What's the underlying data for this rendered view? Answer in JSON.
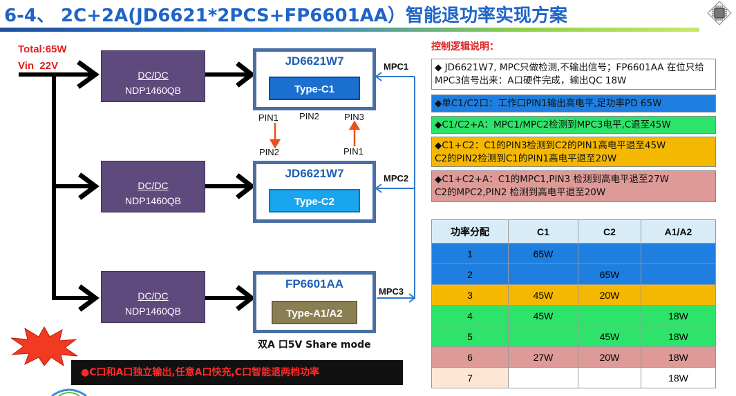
{
  "header": {
    "title": "6-4、 2C+2A(JD6621*2PCS+FP6601AA）智能退功率实现方案"
  },
  "input": {
    "total": "Total:65W",
    "vin": "Vin  22V"
  },
  "dcdc_blocks": [
    {
      "name": "DC/DC",
      "part": "NDP1460QB"
    },
    {
      "name": "DC/DC",
      "part": "NDP1460QB"
    },
    {
      "name": "DC/DC",
      "part": "NDP1460QB"
    }
  ],
  "chips": [
    {
      "name": "JD6621W7",
      "port": "Type-C1",
      "mpc": "MPC1"
    },
    {
      "name": "JD6621W7",
      "port": "Type-C2",
      "mpc": "MPC2"
    },
    {
      "name": "FP6601AA",
      "port": "Type-A1/A2",
      "mpc": "MPC3"
    }
  ],
  "pins": {
    "c1_pin1": "PIN1",
    "c1_pin2": "PIN2",
    "c1_pin3": "PIN3",
    "c2_pin2": "PIN2",
    "c2_pin1": "PIN1"
  },
  "share_mode": "双A 口5V Share mode",
  "bottom_note": "●C口和A口独立输出,任意A口快充,C口智能退两档功率",
  "logic": {
    "title": "控制逻辑说明：",
    "items": [
      "◆ JD6621W7, MPC只做检测,不输出信号；FP6601AA 在位只给MPC3信号出来：A口硬件完成，输出QC 18W",
      "◆单C1/C2口：工作口PIN1输出高电平,足功率PD 65W",
      "◆C1/C2+A：MPC1/MPC2检测到MPC3电平,C退至45W",
      "◆C1+C2：C1的PIN3检测到C2的PIN1高电平退至45W\n          C2的PIN2检测到C1的PIN1高电平退至20W",
      "◆C1+C2+A：C1的MPC1,PIN3 检测到高电平退至27W\n            C2的MPC2,PIN2 检测到高电平退至20W"
    ]
  },
  "table": {
    "headers": [
      "功率分配",
      "C1",
      "C2",
      "A1/A2"
    ],
    "rows": [
      [
        "1",
        "65W",
        "",
        ""
      ],
      [
        "2",
        "",
        "65W",
        ""
      ],
      [
        "3",
        "45W",
        "20W",
        ""
      ],
      [
        "4",
        "45W",
        "",
        "18W"
      ],
      [
        "5",
        "",
        "45W",
        "18W"
      ],
      [
        "6",
        "27W",
        "20W",
        "18W"
      ],
      [
        "7",
        "",
        "",
        "18W"
      ]
    ]
  },
  "colors": {
    "blue_row": "#1e7fe0",
    "orange_row": "#f5b800",
    "green_row": "#2ee36a",
    "pink_row": "#dd9a96",
    "peach_row": "#fde7d4",
    "gray_row": "#e4e4e4"
  }
}
